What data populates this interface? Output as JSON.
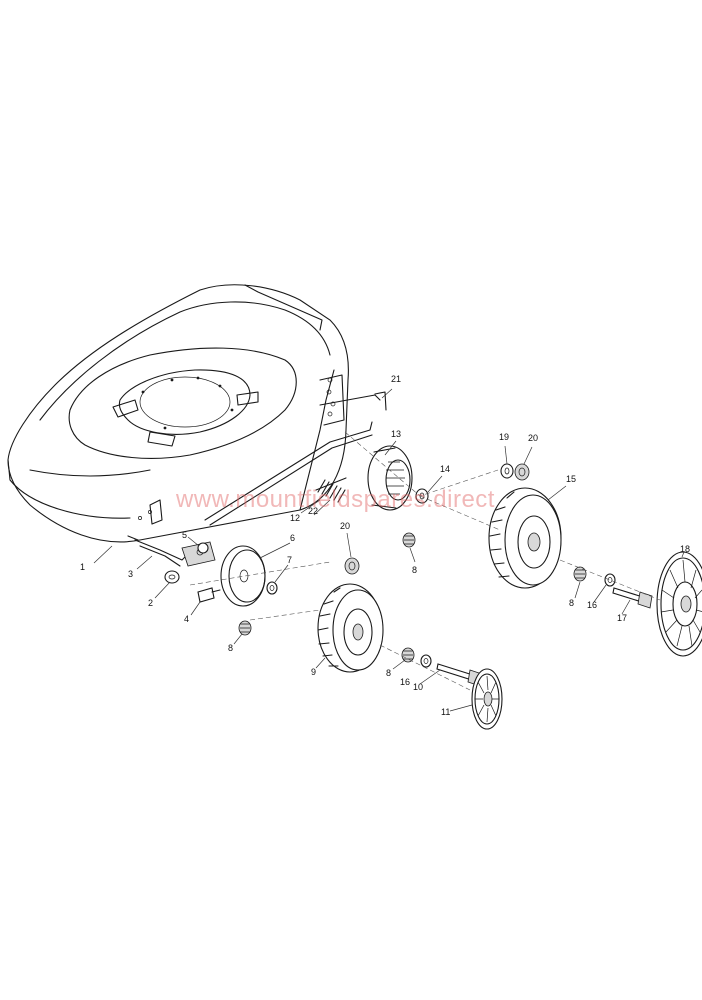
{
  "watermark": "www.mountfieldspares.direct",
  "callouts": [
    {
      "id": "c1",
      "text": "1"
    },
    {
      "id": "c2",
      "text": "2"
    },
    {
      "id": "c3",
      "text": "3"
    },
    {
      "id": "c4",
      "text": "4"
    },
    {
      "id": "c5",
      "text": "5"
    },
    {
      "id": "c6",
      "text": "6"
    },
    {
      "id": "c7",
      "text": "7"
    },
    {
      "id": "c8a",
      "text": "8"
    },
    {
      "id": "c8b",
      "text": "8"
    },
    {
      "id": "c8c",
      "text": "8"
    },
    {
      "id": "c8d",
      "text": "8"
    },
    {
      "id": "c9",
      "text": "9"
    },
    {
      "id": "c10",
      "text": "10"
    },
    {
      "id": "c11",
      "text": "11"
    },
    {
      "id": "c12",
      "text": "12"
    },
    {
      "id": "c13",
      "text": "13"
    },
    {
      "id": "c14",
      "text": "14"
    },
    {
      "id": "c15",
      "text": "15"
    },
    {
      "id": "c16a",
      "text": "16"
    },
    {
      "id": "c16b",
      "text": "16"
    },
    {
      "id": "c17",
      "text": "17"
    },
    {
      "id": "c18",
      "text": "18"
    },
    {
      "id": "c19",
      "text": "19"
    },
    {
      "id": "c20a",
      "text": "20"
    },
    {
      "id": "c20b",
      "text": "20"
    },
    {
      "id": "c21",
      "text": "21"
    },
    {
      "id": "c22",
      "text": "22"
    }
  ]
}
